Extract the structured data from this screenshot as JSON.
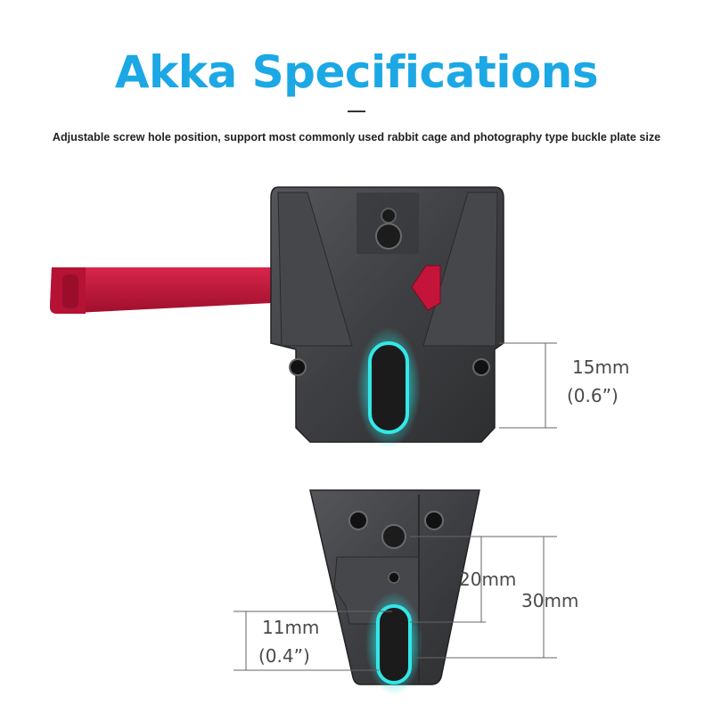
{
  "header": {
    "title": "Akka Specifications",
    "subtitle": "Adjustable screw hole position, support most commonly used rabbit cage and photography type buckle plate size"
  },
  "dimensions": {
    "top_slot": {
      "value": "15mm",
      "inch": "(0.6”)"
    },
    "bottom_20": {
      "value": "20mm"
    },
    "bottom_30": {
      "value": "30mm"
    },
    "bottom_slot": {
      "value": "11mm",
      "inch": "(0.4”)"
    }
  },
  "colors": {
    "title": "#1ba8e4",
    "plate": "#3d3d3f",
    "lever": "#c4143a",
    "slot_glow": "#2ee6e6"
  },
  "icons": {
    "top_plate": "v-mount-plate-illustration",
    "bottom_plate": "wedge-plate-illustration"
  }
}
